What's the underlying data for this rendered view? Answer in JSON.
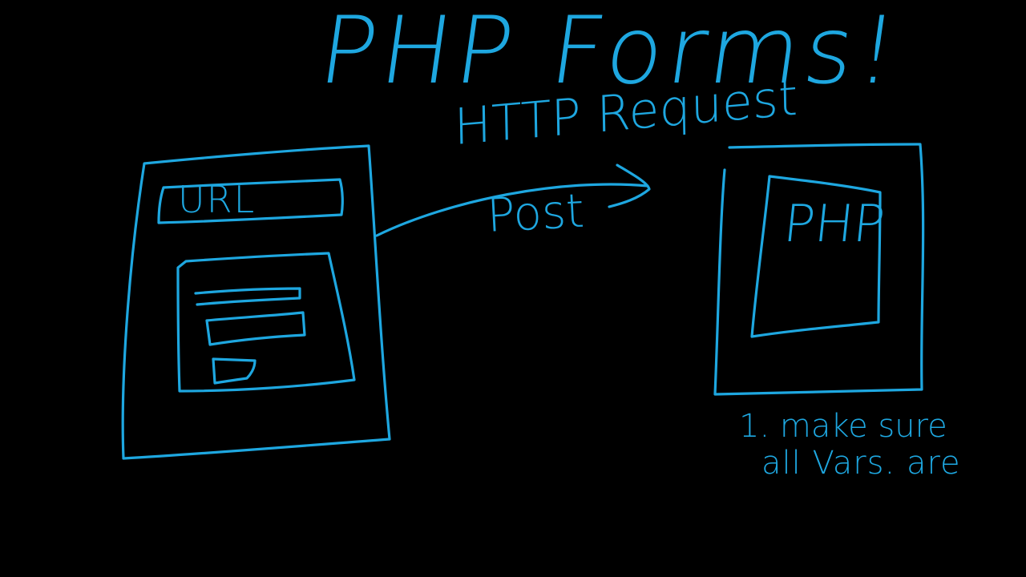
{
  "title": "PHP Forms!",
  "arrow_label_top": "HTTP Request",
  "arrow_label_bottom": "Post",
  "browser": {
    "url_label": "URL"
  },
  "server": {
    "label": "PHP"
  },
  "notes": {
    "line1": "1. make sure",
    "line2": "all Vars. are"
  },
  "colors": {
    "ink": "#1ea7e0",
    "background": "#000000"
  }
}
